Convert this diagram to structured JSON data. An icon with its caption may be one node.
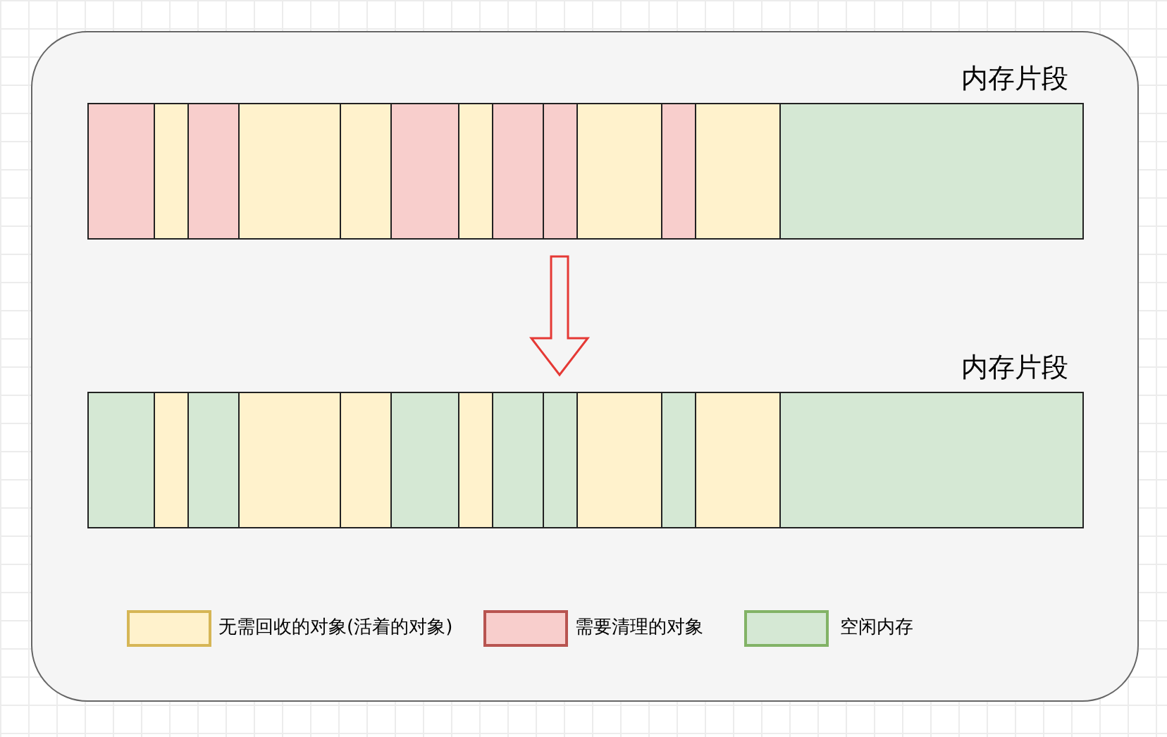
{
  "diagram": {
    "nodes": [
      {
        "text": [
          "内存片段"
        ]
      },
      {
        "text": [],
        "shape": "box",
        "in": 0
      },
      {
        "text": [],
        "shape": "box",
        "in": 0
      },
      {
        "text": [],
        "shape": "box",
        "in": 0
      },
      {
        "text": [],
        "shape": "box",
        "in": 0
      },
      {
        "text": [],
        "shape": "box",
        "in": 0
      },
      {
        "text": [],
        "shape": "box",
        "in": 0
      },
      {
        "text": [],
        "shape": "box",
        "in": 0
      },
      {
        "text": [],
        "shape": "box",
        "in": 0
      },
      {
        "text": [],
        "shape": "box",
        "in": 0
      },
      {
        "text": [],
        "shape": "box",
        "in": 0
      },
      {
        "text": [],
        "shape": "box",
        "in": 0
      },
      {
        "text": [],
        "shape": "box",
        "in": 0
      },
      {
        "text": [],
        "shape": "box",
        "in": 0
      },
      {
        "text": [
          "内存片段"
        ]
      },
      {
        "text": [],
        "shape": "box",
        "in": 14
      },
      {
        "text": [],
        "shape": "box",
        "in": 14
      },
      {
        "text": [],
        "shape": "box",
        "in": 14
      },
      {
        "text": [],
        "shape": "box",
        "in": 14
      },
      {
        "text": [],
        "shape": "box",
        "in": 14
      },
      {
        "text": [],
        "shape": "box",
        "in": 14
      },
      {
        "text": [],
        "shape": "box",
        "in": 14
      },
      {
        "text": [],
        "shape": "box",
        "in": 14
      },
      {
        "text": [],
        "shape": "box",
        "in": 14
      },
      {
        "text": [],
        "shape": "box",
        "in": 14
      },
      {
        "text": [],
        "shape": "box",
        "in": 14
      },
      {
        "text": [],
        "shape": "box",
        "in": 14
      },
      {
        "text": [],
        "shape": "box",
        "in": 14
      }
    ],
    "edges": [
      {
        "from": 0,
        "to": 14,
        "arrow": "to",
        "color": "#e53935"
      }
    ],
    "legend": [
      {
        "text": "无需回收的对象(活着的对象)",
        "color": "#fff2cc"
      },
      {
        "text": "需要清理的对象",
        "color": "#f8cecc"
      },
      {
        "text": "空闲内存",
        "color": "#d5e8d4"
      }
    ]
  }
}
